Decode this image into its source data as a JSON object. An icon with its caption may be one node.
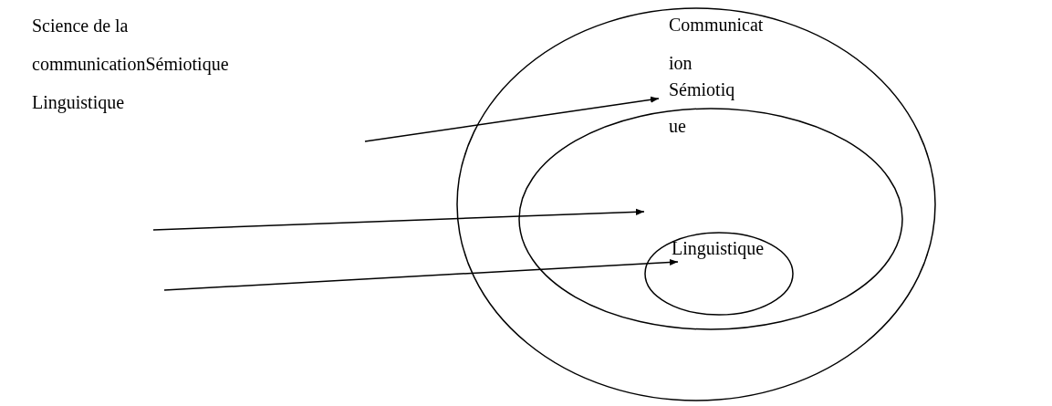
{
  "diagram": {
    "nodes": [
      {
        "text": [
          "Communication"
        ]
      },
      {
        "text": [
          "Sémiotique"
        ],
        "in": 0
      },
      {
        "text": [
          "Linguistique"
        ],
        "in": 1
      }
    ],
    "edges": [
      {
        "from": null,
        "to": 0,
        "arrow": "to"
      },
      {
        "from": null,
        "to": 1,
        "arrow": "to"
      },
      {
        "from": null,
        "to": 2,
        "arrow": "to"
      }
    ],
    "labels": [
      "Science de la communicationSémiotique Linguistique"
    ]
  }
}
